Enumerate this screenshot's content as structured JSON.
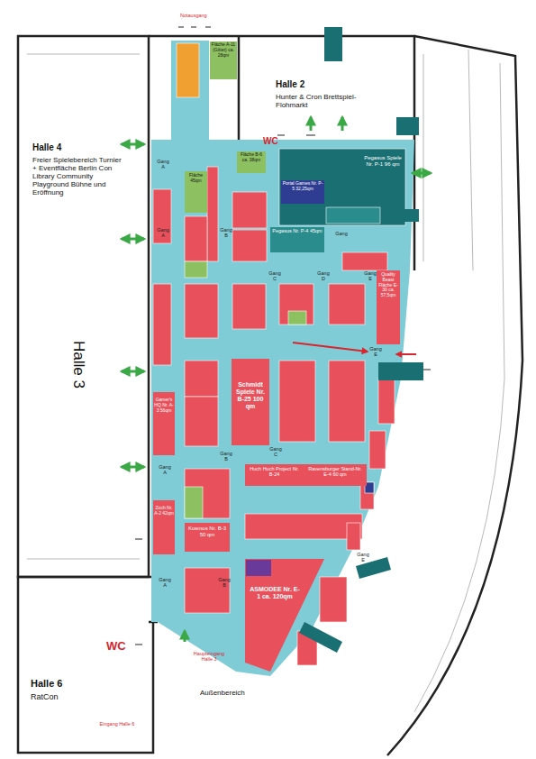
{
  "diagram": {
    "nodes": [
      {
        "text": [
          "Halle 4",
          "Freier Spielebereich Turnier + Eventfläche Berlin Con Library Community Playground Bühne und Eröffnung"
        ]
      },
      {
        "text": [
          "Halle 2",
          "Hunter & Cron Brettspiel-Flohmarkt"
        ]
      },
      {
        "text": [
          "Fläche A-11 (Gitter) ca. 28qm"
        ]
      },
      {
        "text": [
          "Fläche B-6 ca. 38qm"
        ]
      },
      {
        "text": [
          "Pegasus Spiele Nr. P-1 96 qm"
        ]
      },
      {
        "text": [
          "Portal Games Nr. P-5 32,25qm"
        ]
      },
      {
        "text": [
          "Pegasus Nr. P-4 45qm"
        ]
      },
      {
        "text": [
          "Fläche 45qm"
        ]
      },
      {
        "text": [
          "Quality Beast Fläche E-30 ca. 57,5qm"
        ]
      },
      {
        "text": [
          "Schmidt Spiele Nr. B-25 100 qm"
        ]
      },
      {
        "text": [
          "Gamer's HQ Nr. A-3 56qm"
        ]
      },
      {
        "text": [
          "Zoch Nr. A-2 42qm"
        ]
      },
      {
        "text": [
          "Kosmos Nr. B-3 50 qm"
        ]
      },
      {
        "text": [
          "Huch Huch Project Nr. B-24"
        ]
      },
      {
        "text": [
          "Ravensburger Stand-Nr. E-4 60 qm"
        ]
      },
      {
        "text": [
          "ASMODEE Nr. E-1 ca. 120qm"
        ]
      },
      {
        "text": [
          "Halle 6",
          "RatCon"
        ]
      }
    ],
    "labels": [
      "Notausgang",
      "WC",
      "Halle 3",
      "WC",
      "Haupteingang Halle 3",
      "Eingang Halle 6",
      "Außenbereich",
      "Gang A",
      "Gang A",
      "Gang B",
      "Gang C",
      "Gang D",
      "Gang E",
      "Gang",
      "Gang A",
      "Gang B",
      "Gang C",
      "Gang E",
      "Gang E",
      "Gang A",
      "Gang B"
    ]
  }
}
